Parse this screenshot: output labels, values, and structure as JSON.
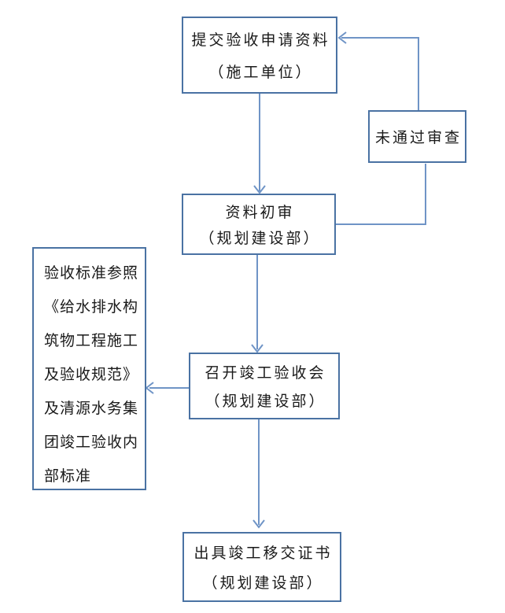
{
  "colors": {
    "box_border": "#4a72a3",
    "connector": "#6f94c6",
    "text": "#1a1a1a",
    "background": "#ffffff"
  },
  "flowchart": {
    "boxes": {
      "submit": {
        "lines": [
          "提交验收申请资料",
          "（施工单位）"
        ]
      },
      "fail_review": {
        "lines": [
          "未通过审查"
        ]
      },
      "initial_review": {
        "lines": [
          "资料初审",
          "（规划建设部）"
        ]
      },
      "standard_note": {
        "lines": [
          "验收标准参照",
          "《给水排水构",
          "筑物工程施工",
          "及验收规范》",
          "及清源水务集",
          "团竣工验收内",
          "部标准"
        ]
      },
      "meeting": {
        "lines": [
          "召开竣工验收会",
          "（规划建设部）"
        ]
      },
      "certificate": {
        "lines": [
          "出具竣工移交证书",
          "（规划建设部）"
        ]
      }
    }
  }
}
